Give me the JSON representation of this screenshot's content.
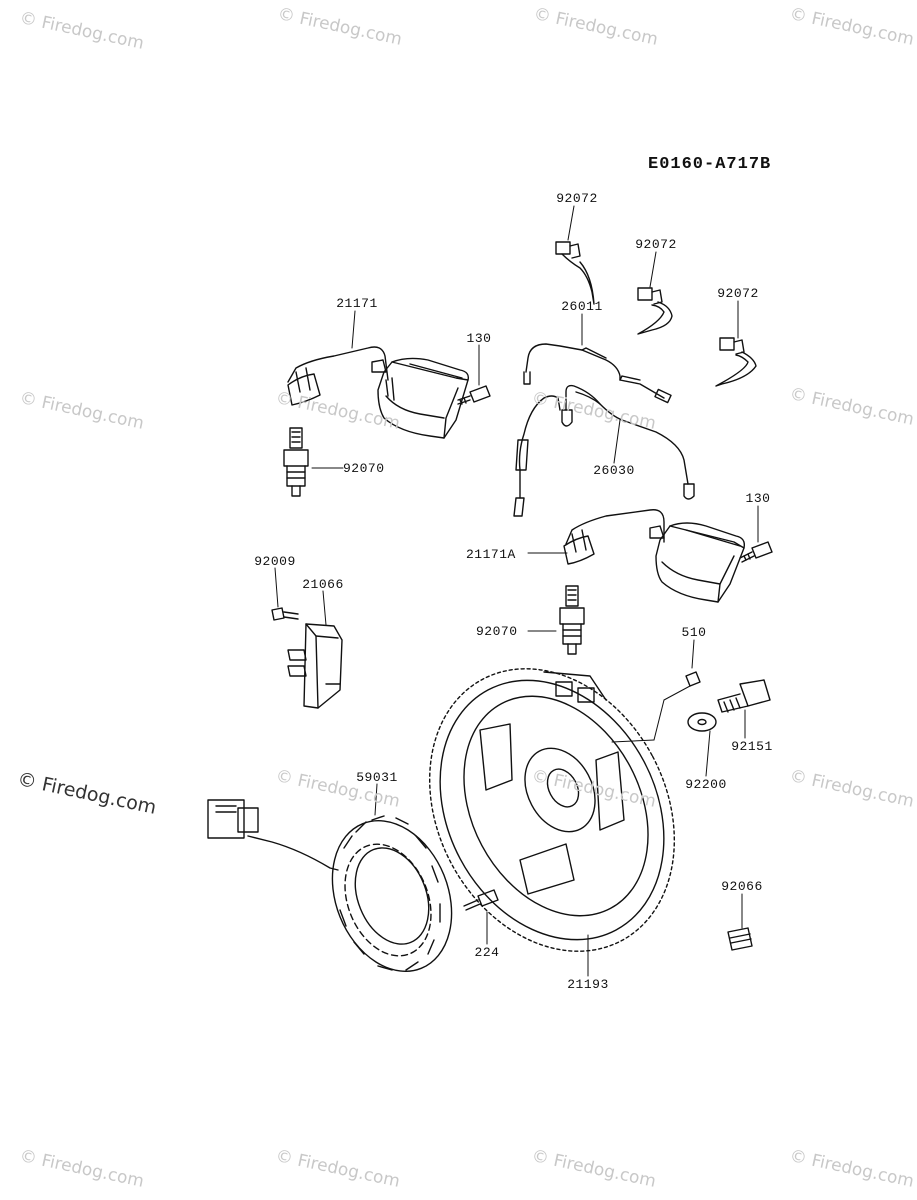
{
  "diagram_code": "E0160-A717B",
  "watermark": "© Firedog.com",
  "parts": {
    "p92072a": "92072",
    "p92072b": "92072",
    "p92072c": "92072",
    "p21171": "21171",
    "p130a": "130",
    "p26011": "26011",
    "p92070a": "92070",
    "p26030": "26030",
    "p130b": "130",
    "p21171A": "21171A",
    "p92009": "92009",
    "p21066": "21066",
    "p92070b": "92070",
    "p510": "510",
    "p92151": "92151",
    "p92200": "92200",
    "p59031": "59031",
    "p92066": "92066",
    "p224": "224",
    "p21193": "21193"
  }
}
